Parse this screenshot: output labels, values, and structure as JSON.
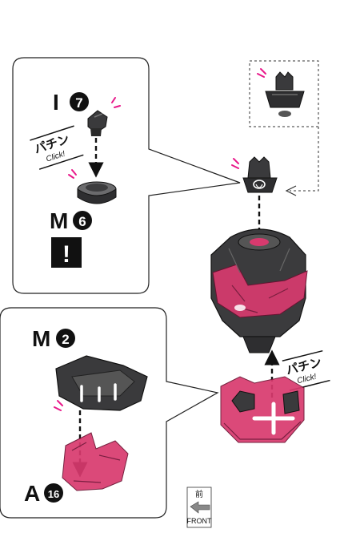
{
  "step_top": {
    "part1": {
      "letter": "I",
      "number": "7"
    },
    "sound": {
      "kana": "パチン",
      "en": "Click!"
    },
    "part2": {
      "letter": "M",
      "number": "6"
    },
    "warning_mark": "!"
  },
  "step_bottom": {
    "part1": {
      "letter": "M",
      "number": "2"
    },
    "part2": {
      "letter": "A",
      "number": "16"
    }
  },
  "main": {
    "sound": {
      "kana": "パチン",
      "en": "Click!"
    }
  },
  "front_badge": {
    "kanji": "前",
    "label": "FRONT"
  },
  "colors": {
    "accent": "#e0386a",
    "part_black": "#3a3a3c",
    "part_pink": "#d83a6e",
    "magenta_marks": "#e8188a"
  }
}
